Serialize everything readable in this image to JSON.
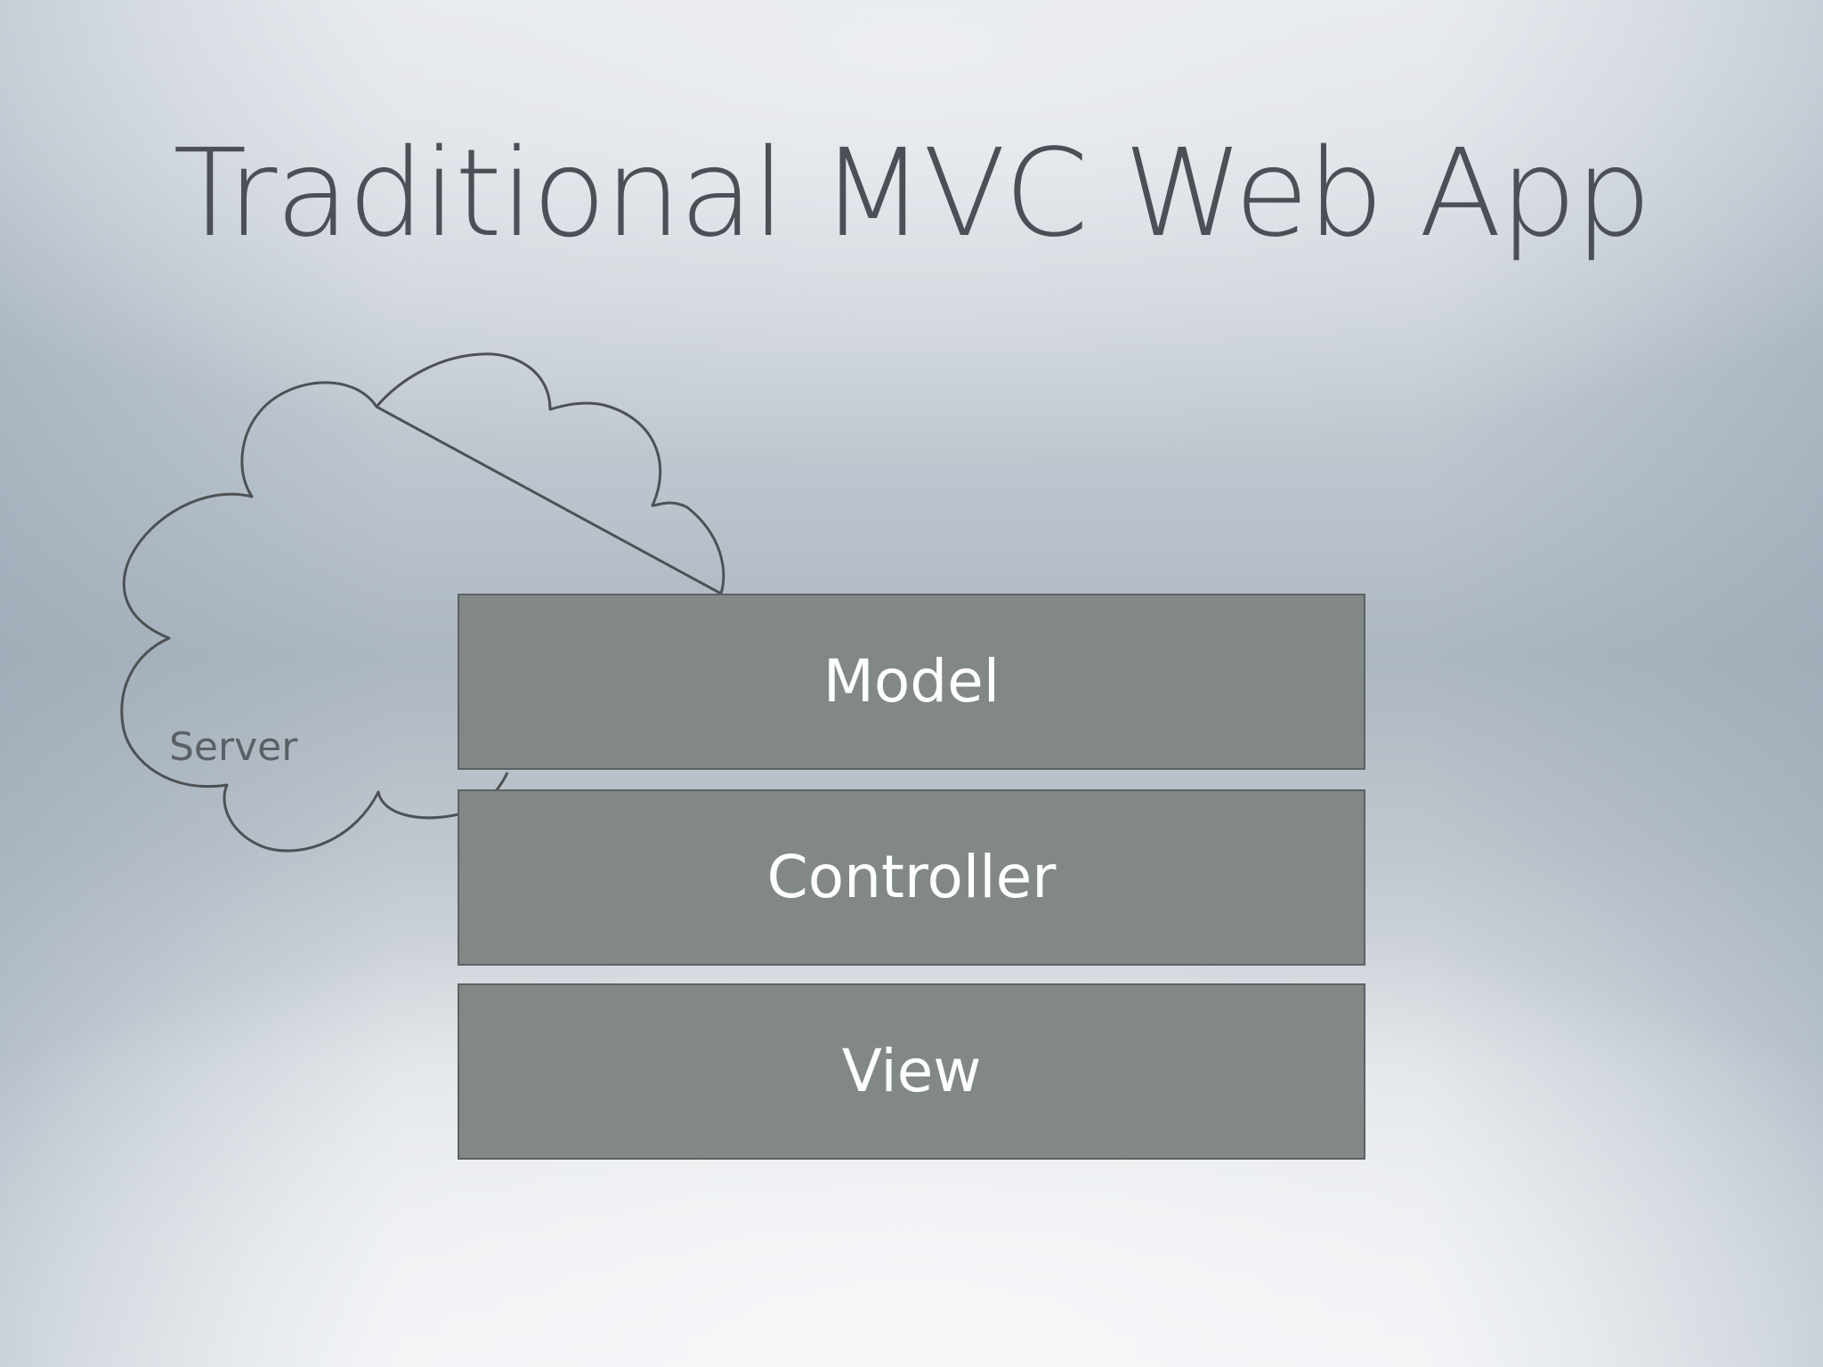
{
  "title": "Traditional MVC Web App",
  "cloud": {
    "label": "Server"
  },
  "layers": [
    {
      "label": "Model"
    },
    {
      "label": "Controller"
    },
    {
      "label": "View"
    }
  ],
  "colors": {
    "title": "#4b5056",
    "layer_fill": "#828886",
    "layer_text": "#ffffff",
    "cloud_stroke": "#4d5155"
  }
}
